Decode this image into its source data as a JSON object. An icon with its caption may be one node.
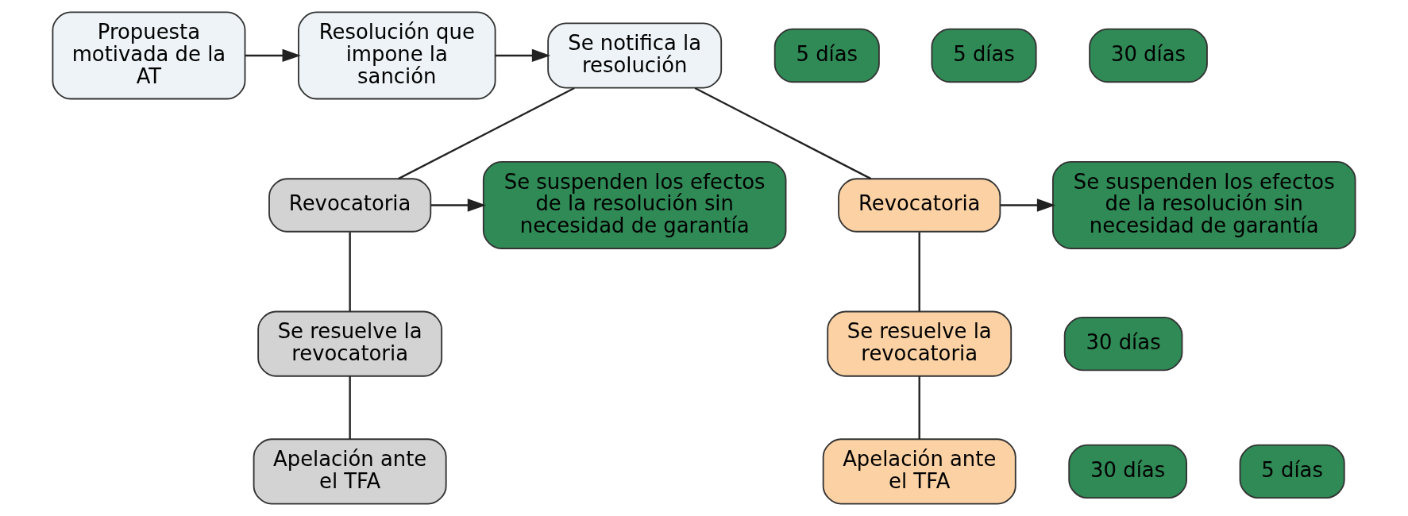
{
  "diagram": {
    "nodes": [
      {
        "text": [
          "Propuesta motivada de la AT"
        ]
      },
      {
        "text": [
          "Resolución que impone la sanción"
        ]
      },
      {
        "text": [
          "Se notifica la resolución"
        ]
      },
      {
        "text": [
          "Revocatoria"
        ]
      },
      {
        "text": [
          "Se suspenden los efectos de la resolución sin necesidad de garantía"
        ]
      },
      {
        "text": [
          "Se resuelve la revocatoria"
        ]
      },
      {
        "text": [
          "Apelación ante el TFA"
        ]
      },
      {
        "text": [
          "Revocatoria"
        ]
      },
      {
        "text": [
          "Se suspenden los efectos de la resolución sin necesidad de garantía"
        ]
      },
      {
        "text": [
          "Se resuelve la revocatoria"
        ]
      },
      {
        "text": [
          "Apelación ante el TFA"
        ]
      },
      {
        "text": [
          "5 días"
        ]
      },
      {
        "text": [
          "5 días"
        ]
      },
      {
        "text": [
          "30 días"
        ]
      },
      {
        "text": [
          "30 días"
        ]
      },
      {
        "text": [
          "30 días"
        ]
      },
      {
        "text": [
          "5 días"
        ]
      }
    ],
    "edges": [
      {
        "from": 0,
        "to": 1,
        "arrow": "to"
      },
      {
        "from": 1,
        "to": 2,
        "arrow": "to"
      },
      {
        "from": 2,
        "to": 3,
        "arrow": "none"
      },
      {
        "from": 2,
        "to": 7,
        "arrow": "none"
      },
      {
        "from": 3,
        "to": 4,
        "arrow": "to"
      },
      {
        "from": 3,
        "to": 5,
        "arrow": "none"
      },
      {
        "from": 5,
        "to": 6,
        "arrow": "none"
      },
      {
        "from": 7,
        "to": 8,
        "arrow": "to"
      },
      {
        "from": 7,
        "to": 9,
        "arrow": "none"
      },
      {
        "from": 9,
        "to": 10,
        "arrow": "none"
      }
    ]
  }
}
